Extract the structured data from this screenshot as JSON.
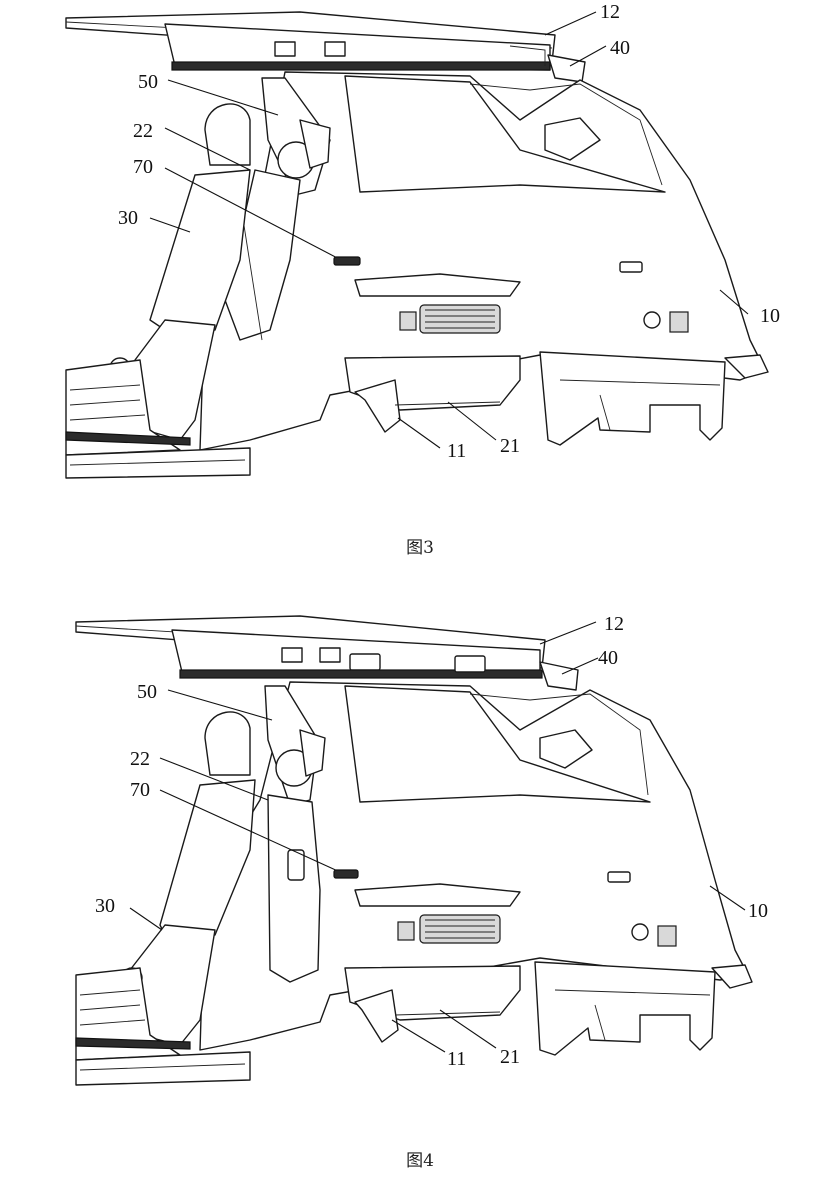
{
  "figures": [
    {
      "caption": "图3",
      "labels": {
        "l12": "12",
        "l40": "40",
        "l50": "50",
        "l22": "22",
        "l70": "70",
        "l30": "30",
        "l10": "10",
        "l11": "11",
        "l21": "21"
      }
    },
    {
      "caption": "图4",
      "labels": {
        "l12": "12",
        "l40": "40",
        "l50": "50",
        "l22": "22",
        "l70": "70",
        "l30": "30",
        "l10": "10",
        "l11": "11",
        "l21": "21"
      }
    }
  ]
}
